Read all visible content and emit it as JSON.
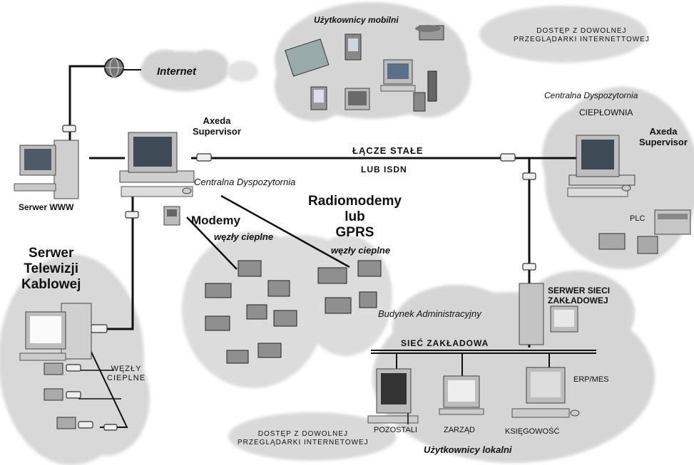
{
  "labels": {
    "internet": "Internet",
    "mobile_users": "Użytkownicy mobilni",
    "browser_access_top_1": "DOSTĘP Z DOWOLNEJ",
    "browser_access_top_2": "PRZEGLĄDARKI INTERNETTOWEJ",
    "axeda_left_1": "Axeda",
    "axeda_left_2": "Supervisor",
    "central_right": "Centralna Dyspozytornia",
    "cieplownia": "CIEPŁOWNIA",
    "axeda_right_1": "Axeda",
    "axeda_right_2": "Supervisor",
    "link_1": "ŁĄCZE STAŁE",
    "link_2": "LUB  ISDN",
    "web_server": "Serwer WWW",
    "central_left": "Centralna Dyspozytornia",
    "modems": "Modemy",
    "nodes_modems": "węzły cieplne",
    "radio_1": "Radiomodemy",
    "radio_2": "lub",
    "radio_3": "GPRS",
    "nodes_radio": "węzły cieplne",
    "plc": "PLC",
    "tv_1": "Serwer",
    "tv_2": "Telewizji",
    "tv_3": "Kablowej",
    "admin_building": "Budynek Administracyjny",
    "plant_server_1": "SERWER SIECI",
    "plant_server_2": "ZAKŁADOWEJ",
    "plant_network": "SIEĆ ZAKŁADOWA",
    "erp": "ERP/MES",
    "heat_nodes_1": "WĘZŁY",
    "heat_nodes_2": "CIEPLNE",
    "others": "POZOSTALI",
    "management": "ZARZĄD",
    "accounting": "KSIĘGOWOŚĆ",
    "browser_access_bottom_1": "DOSTĘP Z DOWOLNEJ",
    "browser_access_bottom_2": "PRZEGLĄDARKI INTERNETOWEJ",
    "local_users": "Użytkownicy lokalni"
  }
}
